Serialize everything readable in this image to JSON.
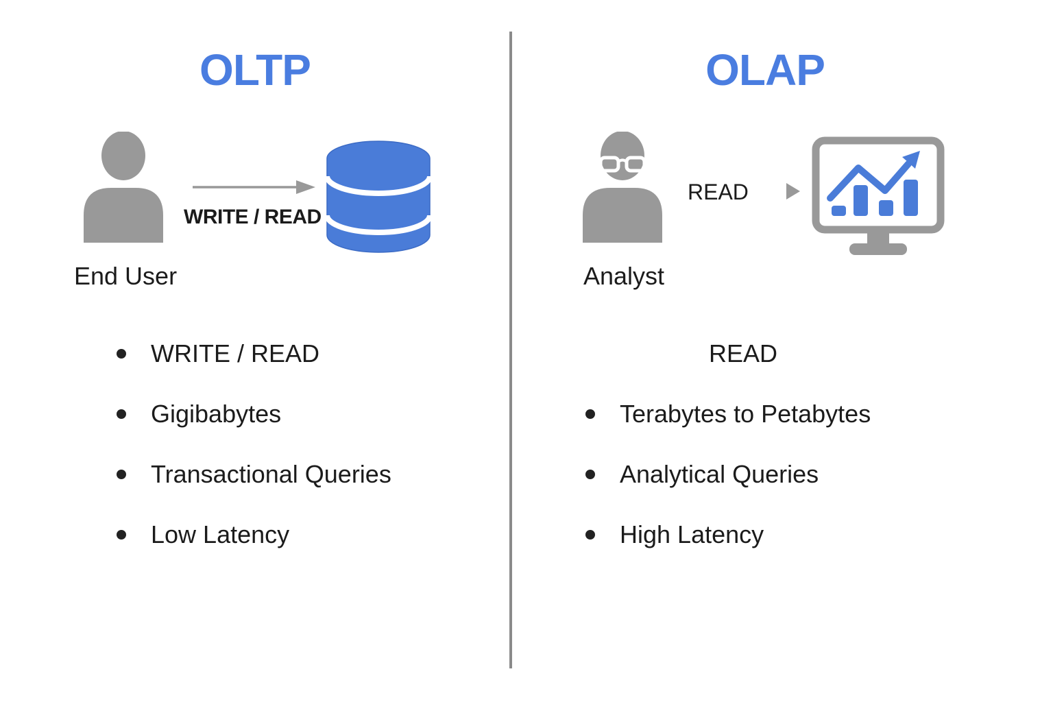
{
  "colors": {
    "title_blue": "#4a7de0",
    "icon_blue": "#4a7cd8",
    "icon_gray": "#999999",
    "divider_gray": "#8a8a8a",
    "text_black": "#1b1b1b"
  },
  "left": {
    "title": "OLTP",
    "actor_label": "End User",
    "flow_label": "WRITE / READ",
    "icons": {
      "actor": "user-icon",
      "arrow": "arrow-right-icon",
      "target": "database-icon"
    },
    "bullets": [
      "WRITE / READ",
      "Gigibabytes",
      "Transactional Queries",
      "Low Latency"
    ]
  },
  "right": {
    "title": "OLAP",
    "actor_label": "Analyst",
    "flow_label": "READ",
    "list_heading": "READ",
    "icons": {
      "actor": "analyst-user-icon",
      "arrow": "triangle-right-icon",
      "target": "monitor-chart-icon"
    },
    "bullets": [
      "Terabytes to Petabytes",
      "Analytical Queries",
      "High Latency"
    ]
  }
}
